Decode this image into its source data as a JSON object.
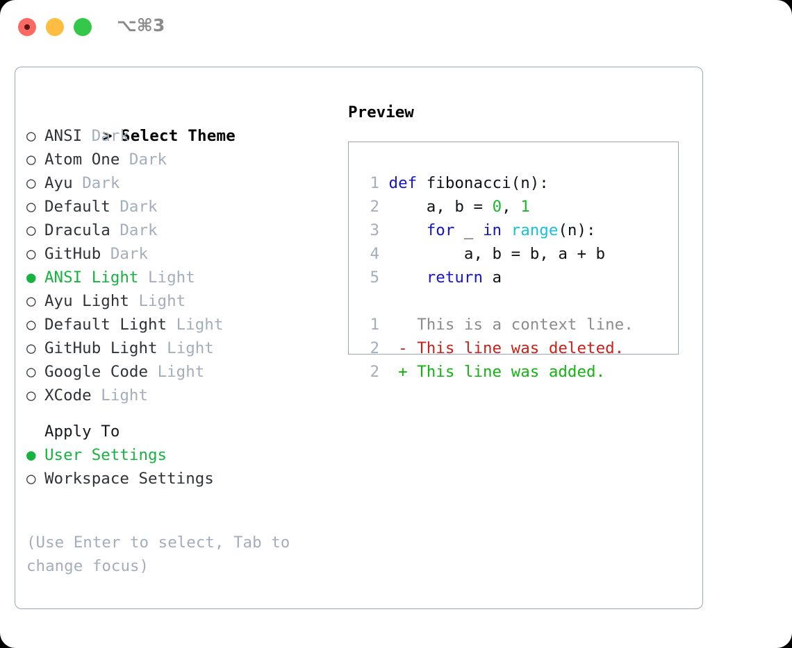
{
  "titlebar": {
    "shortcut": "⌥⌘3",
    "buttons": {
      "close": "close",
      "minimize": "minimize",
      "maximize": "maximize"
    }
  },
  "left": {
    "header_marker": ">",
    "header": "Select Theme",
    "marker_selected": "●",
    "marker_unselected": "○",
    "themes": [
      {
        "name": "ANSI",
        "kind": "Dark",
        "selected": false
      },
      {
        "name": "Atom One",
        "kind": "Dark",
        "selected": false
      },
      {
        "name": "Ayu",
        "kind": "Dark",
        "selected": false
      },
      {
        "name": "Default",
        "kind": "Dark",
        "selected": false
      },
      {
        "name": "Dracula",
        "kind": "Dark",
        "selected": false
      },
      {
        "name": "GitHub",
        "kind": "Dark",
        "selected": false
      },
      {
        "name": "ANSI Light",
        "kind": "Light",
        "selected": true
      },
      {
        "name": "Ayu Light",
        "kind": "Light",
        "selected": false
      },
      {
        "name": "Default Light",
        "kind": "Light",
        "selected": false
      },
      {
        "name": "GitHub Light",
        "kind": "Light",
        "selected": false
      },
      {
        "name": "Google Code",
        "kind": "Light",
        "selected": false
      },
      {
        "name": "XCode",
        "kind": "Light",
        "selected": false
      }
    ],
    "apply_to_label": "Apply To",
    "apply_to_options": [
      {
        "name": "User Settings",
        "selected": true
      },
      {
        "name": "Workspace Settings",
        "selected": false
      }
    ],
    "hint": "(Use Enter to select, Tab to change focus)"
  },
  "right": {
    "preview_title": "Preview",
    "code_lines": [
      {
        "number": "1",
        "tokens": [
          {
            "text": "def ",
            "style": "kw"
          },
          {
            "text": "fibonacci(n):",
            "style": "plain"
          }
        ]
      },
      {
        "number": "2",
        "tokens": [
          {
            "text": "    a, b = ",
            "style": "plain"
          },
          {
            "text": "0",
            "style": "num"
          },
          {
            "text": ", ",
            "style": "plain"
          },
          {
            "text": "1",
            "style": "num"
          }
        ]
      },
      {
        "number": "3",
        "tokens": [
          {
            "text": "    ",
            "style": "plain"
          },
          {
            "text": "for",
            "style": "kw"
          },
          {
            "text": " _ ",
            "style": "plain"
          },
          {
            "text": "in",
            "style": "kw"
          },
          {
            "text": " ",
            "style": "plain"
          },
          {
            "text": "range",
            "style": "fn"
          },
          {
            "text": "(n):",
            "style": "plain"
          }
        ]
      },
      {
        "number": "4",
        "tokens": [
          {
            "text": "        a, b = b, a + b",
            "style": "plain"
          }
        ]
      },
      {
        "number": "5",
        "tokens": [
          {
            "text": "    ",
            "style": "plain"
          },
          {
            "text": "return",
            "style": "kw"
          },
          {
            "text": " a",
            "style": "plain"
          }
        ]
      }
    ],
    "diff_lines": [
      {
        "number": "1",
        "sign": " ",
        "text": "This is a context line.",
        "style": "ctx"
      },
      {
        "number": "2",
        "sign": "-",
        "text": "This line was deleted.",
        "style": "del"
      },
      {
        "number": "2",
        "sign": "+",
        "text": "This line was added.",
        "style": "add"
      }
    ]
  },
  "colors": {
    "accent_green": "#16b33f",
    "muted": "#a3aebd",
    "keyword_blue": "#1414d2",
    "function_cyan": "#15c2d6",
    "number_green": "#17b82a",
    "diff_delete": "#cc1f1a",
    "diff_add": "#14b312",
    "border": "#9aa6b6"
  }
}
